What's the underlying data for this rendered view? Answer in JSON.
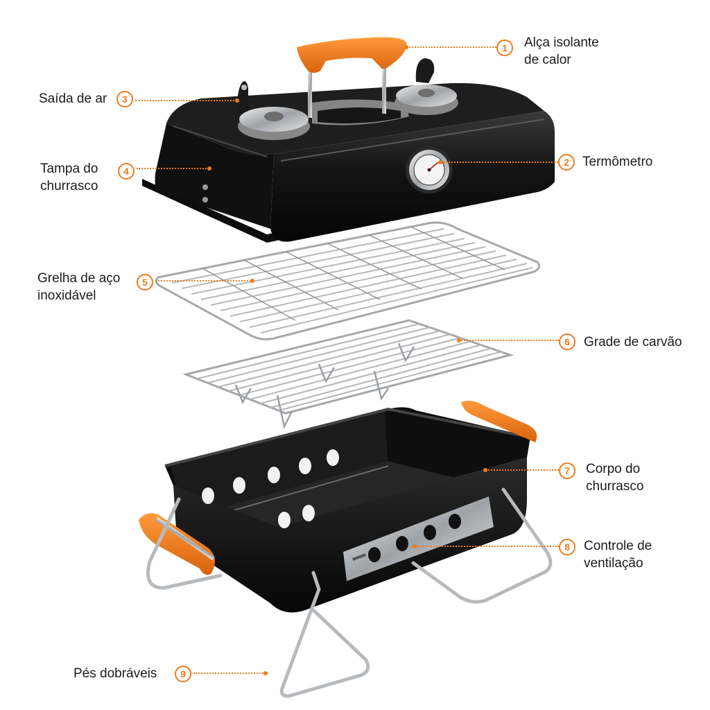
{
  "colors": {
    "accent": "#f07a1a",
    "body": "#151515",
    "steel": "#c9cbce",
    "handle": "#f07a1a"
  },
  "callouts": [
    {
      "number": "1",
      "line1": "Alça isolante",
      "line2": "de calor"
    },
    {
      "number": "2",
      "line1": "Termômetro",
      "line2": ""
    },
    {
      "number": "3",
      "line1": "Saída de ar",
      "line2": ""
    },
    {
      "number": "4",
      "line1": "Tampa do",
      "line2": "churrasco"
    },
    {
      "number": "5",
      "line1": "Grelha de aço",
      "line2": "inoxidável"
    },
    {
      "number": "6",
      "line1": "Grade de carvão",
      "line2": ""
    },
    {
      "number": "7",
      "line1": "Corpo do",
      "line2": "churrasco"
    },
    {
      "number": "8",
      "line1": "Controle de",
      "line2": "ventilação"
    },
    {
      "number": "9",
      "line1": "Pés dobráveis",
      "line2": ""
    }
  ]
}
